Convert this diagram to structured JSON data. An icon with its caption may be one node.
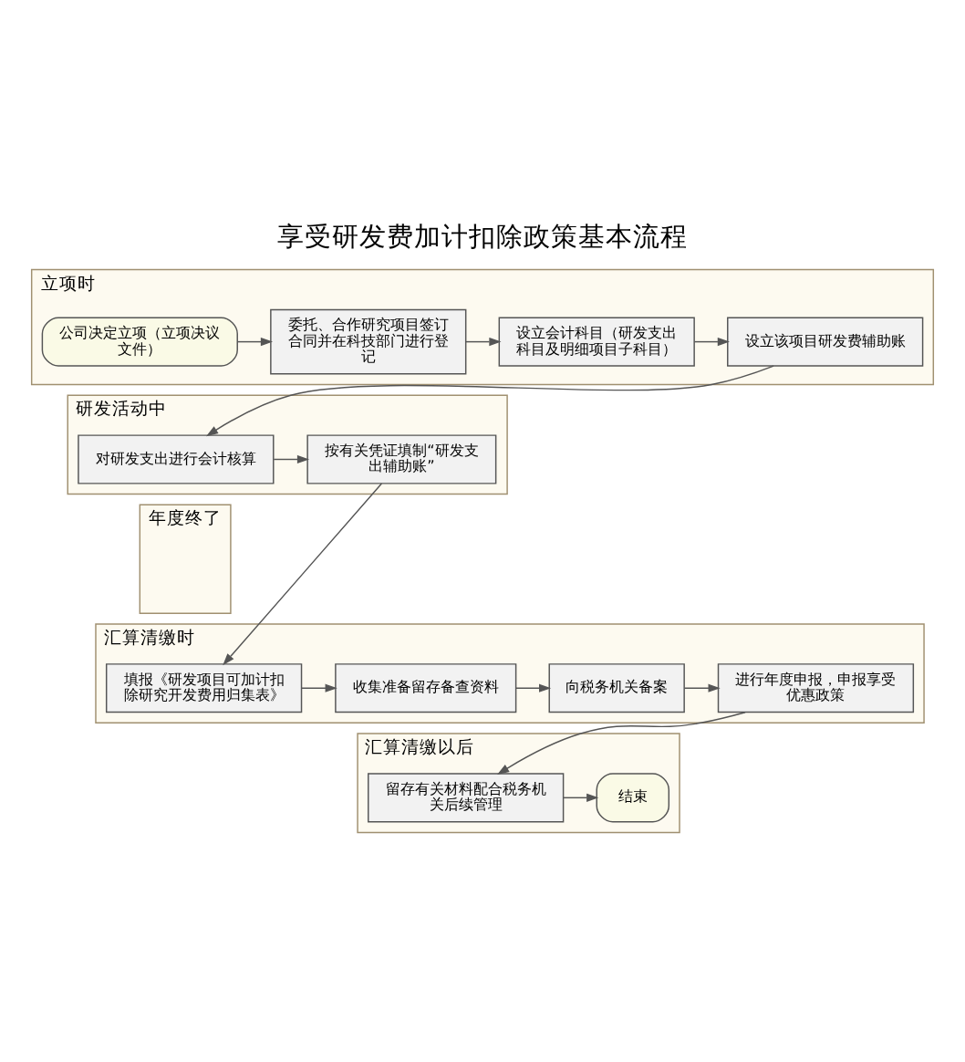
{
  "diagram": {
    "title": "享受研发费加计扣除政策基本流程",
    "nodes": [
      {
        "text": [
          "立项时"
        ]
      },
      {
        "text": [
          "公司决定立项（立项决议文件）"
        ],
        "in": 0
      },
      {
        "text": [
          "委托、合作研究项目签订合同并在科技部门进行登记"
        ],
        "in": 0
      },
      {
        "text": [
          "设立会计科目（研发支出科目及明细项目子科目）"
        ],
        "in": 0
      },
      {
        "text": [
          "设立该项目研发费辅助账"
        ],
        "in": 0
      },
      {
        "text": [
          "研发活动中"
        ]
      },
      {
        "text": [
          "对研发支出进行会计核算"
        ],
        "in": 5
      },
      {
        "text": [
          "按有关凭证填制“研发支出辅助账”"
        ],
        "in": 5
      },
      {
        "text": [
          "年度终了"
        ]
      },
      {
        "text": [
          "汇算清缴时"
        ]
      },
      {
        "text": [
          "填报《研发项目可加计扣除研究开发费用归集表》"
        ],
        "in": 9
      },
      {
        "text": [
          "收集准备留存备查资料"
        ],
        "in": 9
      },
      {
        "text": [
          "向税务机关备案"
        ],
        "in": 9
      },
      {
        "text": [
          "进行年度申报，申报享受优惠政策"
        ],
        "in": 9
      },
      {
        "text": [
          "汇算清缴以后"
        ]
      },
      {
        "text": [
          "留存有关材料配合税务机关后续管理"
        ],
        "in": 14
      },
      {
        "text": [
          "结束"
        ],
        "in": 14
      }
    ],
    "edges": [
      {
        "from": 1,
        "to": 2,
        "arrow": "to"
      },
      {
        "from": 2,
        "to": 3,
        "arrow": "to"
      },
      {
        "from": 3,
        "to": 4,
        "arrow": "to"
      },
      {
        "from": 4,
        "to": 6,
        "arrow": "to"
      },
      {
        "from": 6,
        "to": 7,
        "arrow": "to"
      },
      {
        "from": 7,
        "to": 10,
        "arrow": "to"
      },
      {
        "from": 10,
        "to": 11,
        "arrow": "to"
      },
      {
        "from": 11,
        "to": 12,
        "arrow": "to"
      },
      {
        "from": 12,
        "to": 13,
        "arrow": "to"
      },
      {
        "from": 13,
        "to": 15,
        "arrow": "to"
      },
      {
        "from": 15,
        "to": 16,
        "arrow": "to"
      }
    ]
  }
}
